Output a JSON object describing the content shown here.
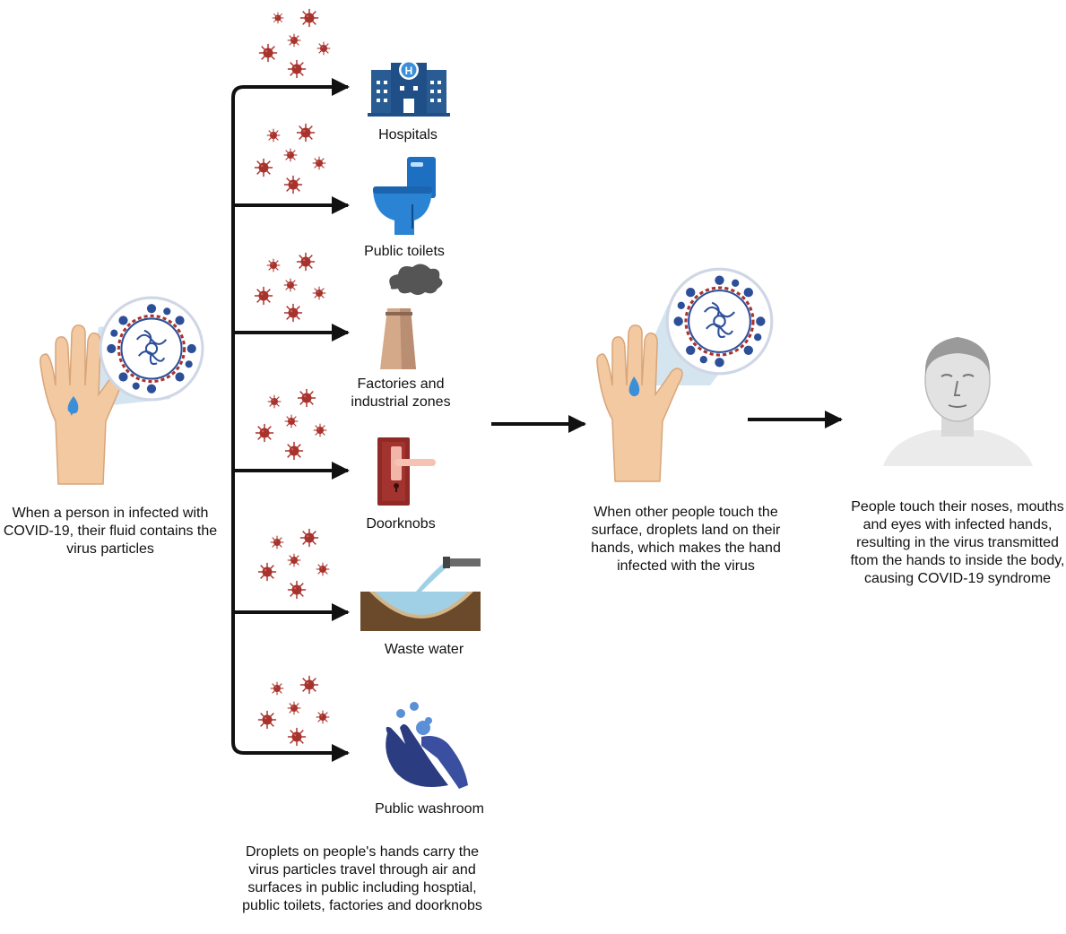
{
  "left_caption": "When a person in infected with COVID-19, their fluid contains the virus particles",
  "destinations": [
    {
      "label": "Hospitals",
      "icon": "hospital-icon"
    },
    {
      "label": "Public toilets",
      "icon": "toilet-icon"
    },
    {
      "label": "Factories and industrial zones",
      "icon": "factory-icon"
    },
    {
      "label": "Doorknobs",
      "icon": "doorknob-icon"
    },
    {
      "label": "Waste water",
      "icon": "waste-water-icon"
    },
    {
      "label": "Public washroom",
      "icon": "washing-hands-icon"
    }
  ],
  "bottom_caption": "Droplets on people's hands carry the virus particles travel through air and surfaces in public including hosptial, public toilets, factories and doorknobs",
  "middle_caption": "When other people touch the surface, droplets land on their hands, which makes the hand infected with the virus",
  "right_caption": "People touch their noses, mouths and eyes with infected hands, resulting in the virus transmitted ftom the hands to inside the body, causing COVID-19 syndrome",
  "colors": {
    "virus_red": "#a8322c",
    "icon_blue": "#1f5a9a",
    "skin": "#f2c9a0",
    "arrow": "#111111"
  }
}
